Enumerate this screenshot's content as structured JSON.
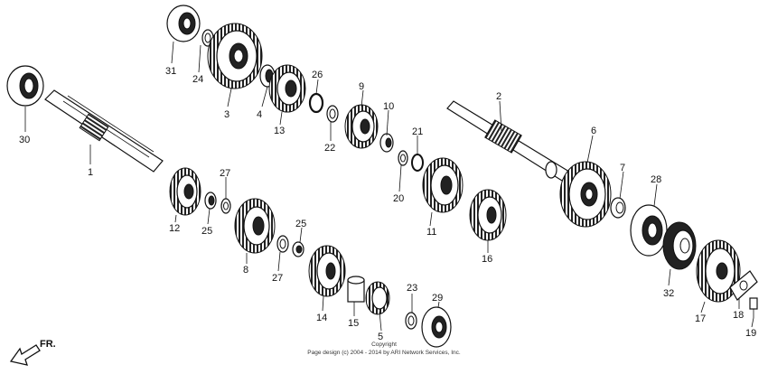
{
  "callouts": [
    "1",
    "2",
    "3",
    "4",
    "5",
    "6",
    "7",
    "8",
    "9",
    "10",
    "11",
    "12",
    "13",
    "14",
    "15",
    "16",
    "17",
    "18",
    "19",
    "20",
    "21",
    "22",
    "23",
    "24",
    "25",
    "25",
    "26",
    "27",
    "27",
    "28",
    "29",
    "30",
    "31",
    "32"
  ],
  "direction": "FR.",
  "caption": {
    "line1": "Copyright",
    "line2": "Page design (c) 2004 - 2014 by ARI Network Services, Inc."
  },
  "icons": {
    "direction_arrow": "arrow-down-left-icon"
  }
}
